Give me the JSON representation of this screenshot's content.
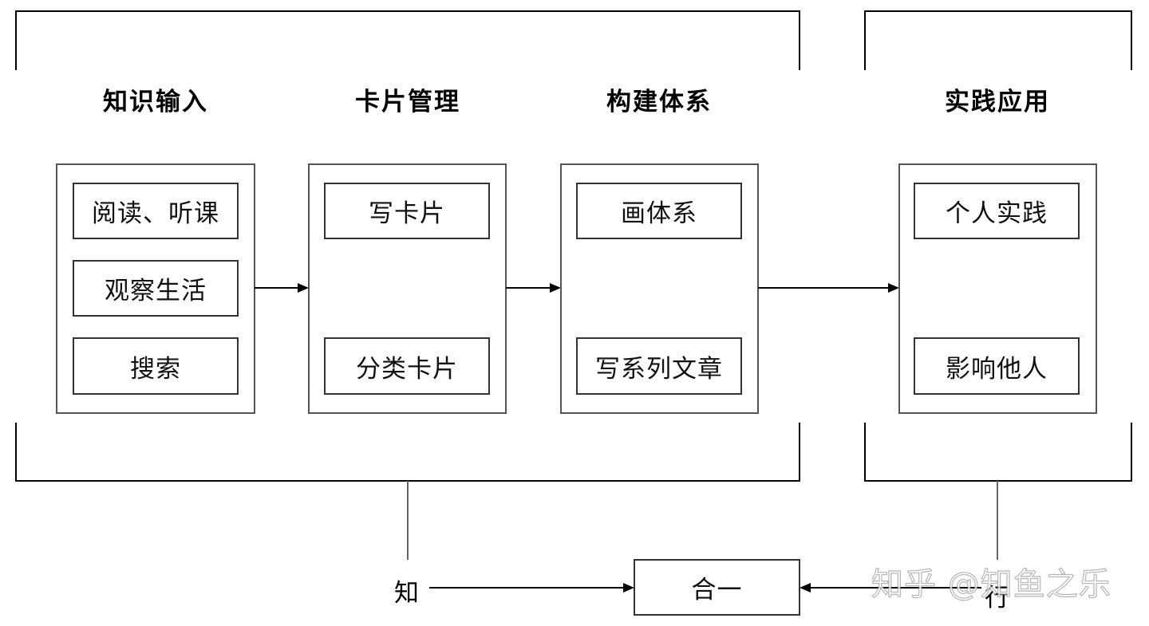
{
  "stages": {
    "know_input": {
      "title": "知识输入",
      "items": [
        "阅读、听课",
        "观察生活",
        "搜索"
      ]
    },
    "card_management": {
      "title": "卡片管理",
      "items": [
        "写卡片",
        "分类卡片"
      ]
    },
    "build_system": {
      "title": "构建体系",
      "items": [
        "画体系",
        "写系列文章"
      ]
    },
    "practice": {
      "title": "实践应用",
      "items": [
        "个人实践",
        "影响他人"
      ]
    }
  },
  "bottom": {
    "know_label": "知",
    "act_label": "行",
    "unity_label": "合一"
  },
  "watermark": "知乎 @知鱼之乐"
}
